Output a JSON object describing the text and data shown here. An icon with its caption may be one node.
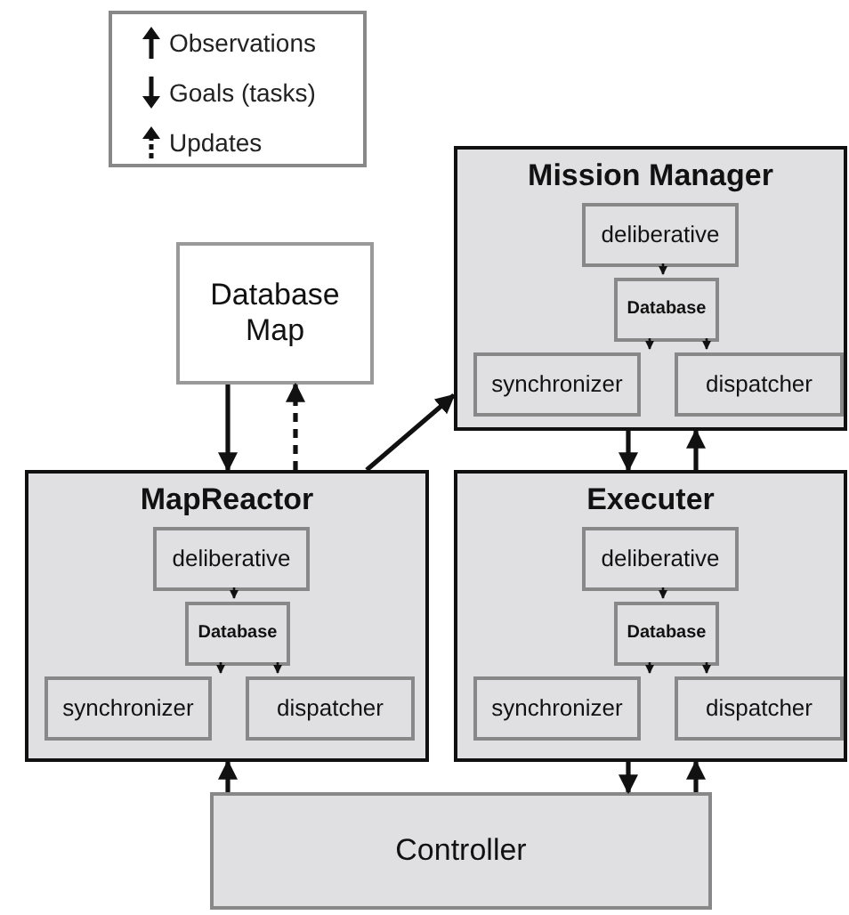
{
  "diagram": {
    "nodes": [
      {
        "text": [
          "Database Map"
        ]
      },
      {
        "text": [
          "Mission Manager"
        ]
      },
      {
        "text": [
          "deliberative"
        ],
        "in": 1
      },
      {
        "text": [
          "Database"
        ],
        "in": 1
      },
      {
        "text": [
          "synchronizer"
        ],
        "in": 1
      },
      {
        "text": [
          "dispatcher"
        ],
        "in": 1
      },
      {
        "text": [
          "MapReactor"
        ]
      },
      {
        "text": [
          "deliberative"
        ],
        "in": 6
      },
      {
        "text": [
          "Database"
        ],
        "in": 6
      },
      {
        "text": [
          "synchronizer"
        ],
        "in": 6
      },
      {
        "text": [
          "dispatcher"
        ],
        "in": 6
      },
      {
        "text": [
          "Executer"
        ]
      },
      {
        "text": [
          "deliberative"
        ],
        "in": 11
      },
      {
        "text": [
          "Database"
        ],
        "in": 11
      },
      {
        "text": [
          "synchronizer"
        ],
        "in": 11
      },
      {
        "text": [
          "dispatcher"
        ],
        "in": 11
      },
      {
        "text": [
          "Controller"
        ]
      }
    ],
    "edges": [
      {
        "from": 0,
        "to": 6,
        "arrow": "to"
      },
      {
        "from": 6,
        "to": 0,
        "arrow": "to",
        "style": "dashed"
      },
      {
        "from": 6,
        "to": 1,
        "arrow": "to"
      },
      {
        "from": 2,
        "to": 3,
        "arrow": "to"
      },
      {
        "from": 3,
        "to": 4,
        "arrow": "to"
      },
      {
        "from": 3,
        "to": 5,
        "arrow": "to"
      },
      {
        "from": 1,
        "to": 11,
        "arrow": "to"
      },
      {
        "from": 11,
        "to": 1,
        "arrow": "to"
      },
      {
        "from": 7,
        "to": 8,
        "arrow": "to"
      },
      {
        "from": 8,
        "to": 9,
        "arrow": "to"
      },
      {
        "from": 8,
        "to": 10,
        "arrow": "to"
      },
      {
        "from": 12,
        "to": 13,
        "arrow": "to"
      },
      {
        "from": 13,
        "to": 14,
        "arrow": "to"
      },
      {
        "from": 13,
        "to": 15,
        "arrow": "to"
      },
      {
        "from": 16,
        "to": 6,
        "arrow": "to"
      },
      {
        "from": 11,
        "to": 16,
        "arrow": "to"
      },
      {
        "from": 16,
        "to": 11,
        "arrow": "to"
      }
    ],
    "legend": [
      {
        "text": "Observations"
      },
      {
        "text": "Goals (tasks)"
      },
      {
        "text": "Updates"
      }
    ]
  }
}
